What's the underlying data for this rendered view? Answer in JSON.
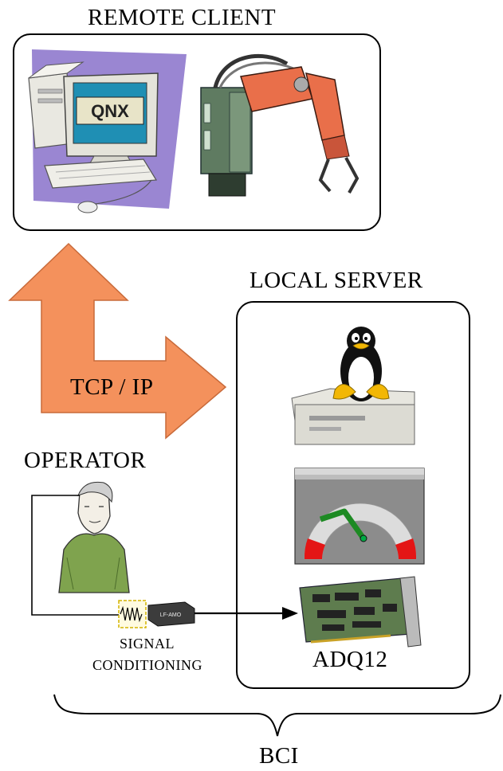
{
  "labels": {
    "remote_client": "REMOTE CLIENT",
    "local_server": "LOCAL SERVER",
    "tcp_ip": "TCP / IP",
    "operator": "OPERATOR",
    "signal_conditioning_line1": "SIGNAL",
    "signal_conditioning_line2": "CONDITIONING",
    "adq12": "ADQ12",
    "bci": "BCI"
  },
  "screen_logo": "QNX",
  "amplifier_text": "LF-AMO",
  "icons": [
    "qnx-computer-icon",
    "robot-arm-icon",
    "linux-tux-server-icon",
    "gauge-display-icon",
    "daq-card-icon",
    "operator-person-icon",
    "signal-conditioner-icon"
  ],
  "colors": {
    "arrow": "#f4915c",
    "monitor_screen": "#1f8fb4",
    "backdrop_purple": "#9a86d2",
    "robot_orange": "#e96f4a",
    "robot_green": "#5f7b61",
    "gauge_red": "#e41515"
  }
}
